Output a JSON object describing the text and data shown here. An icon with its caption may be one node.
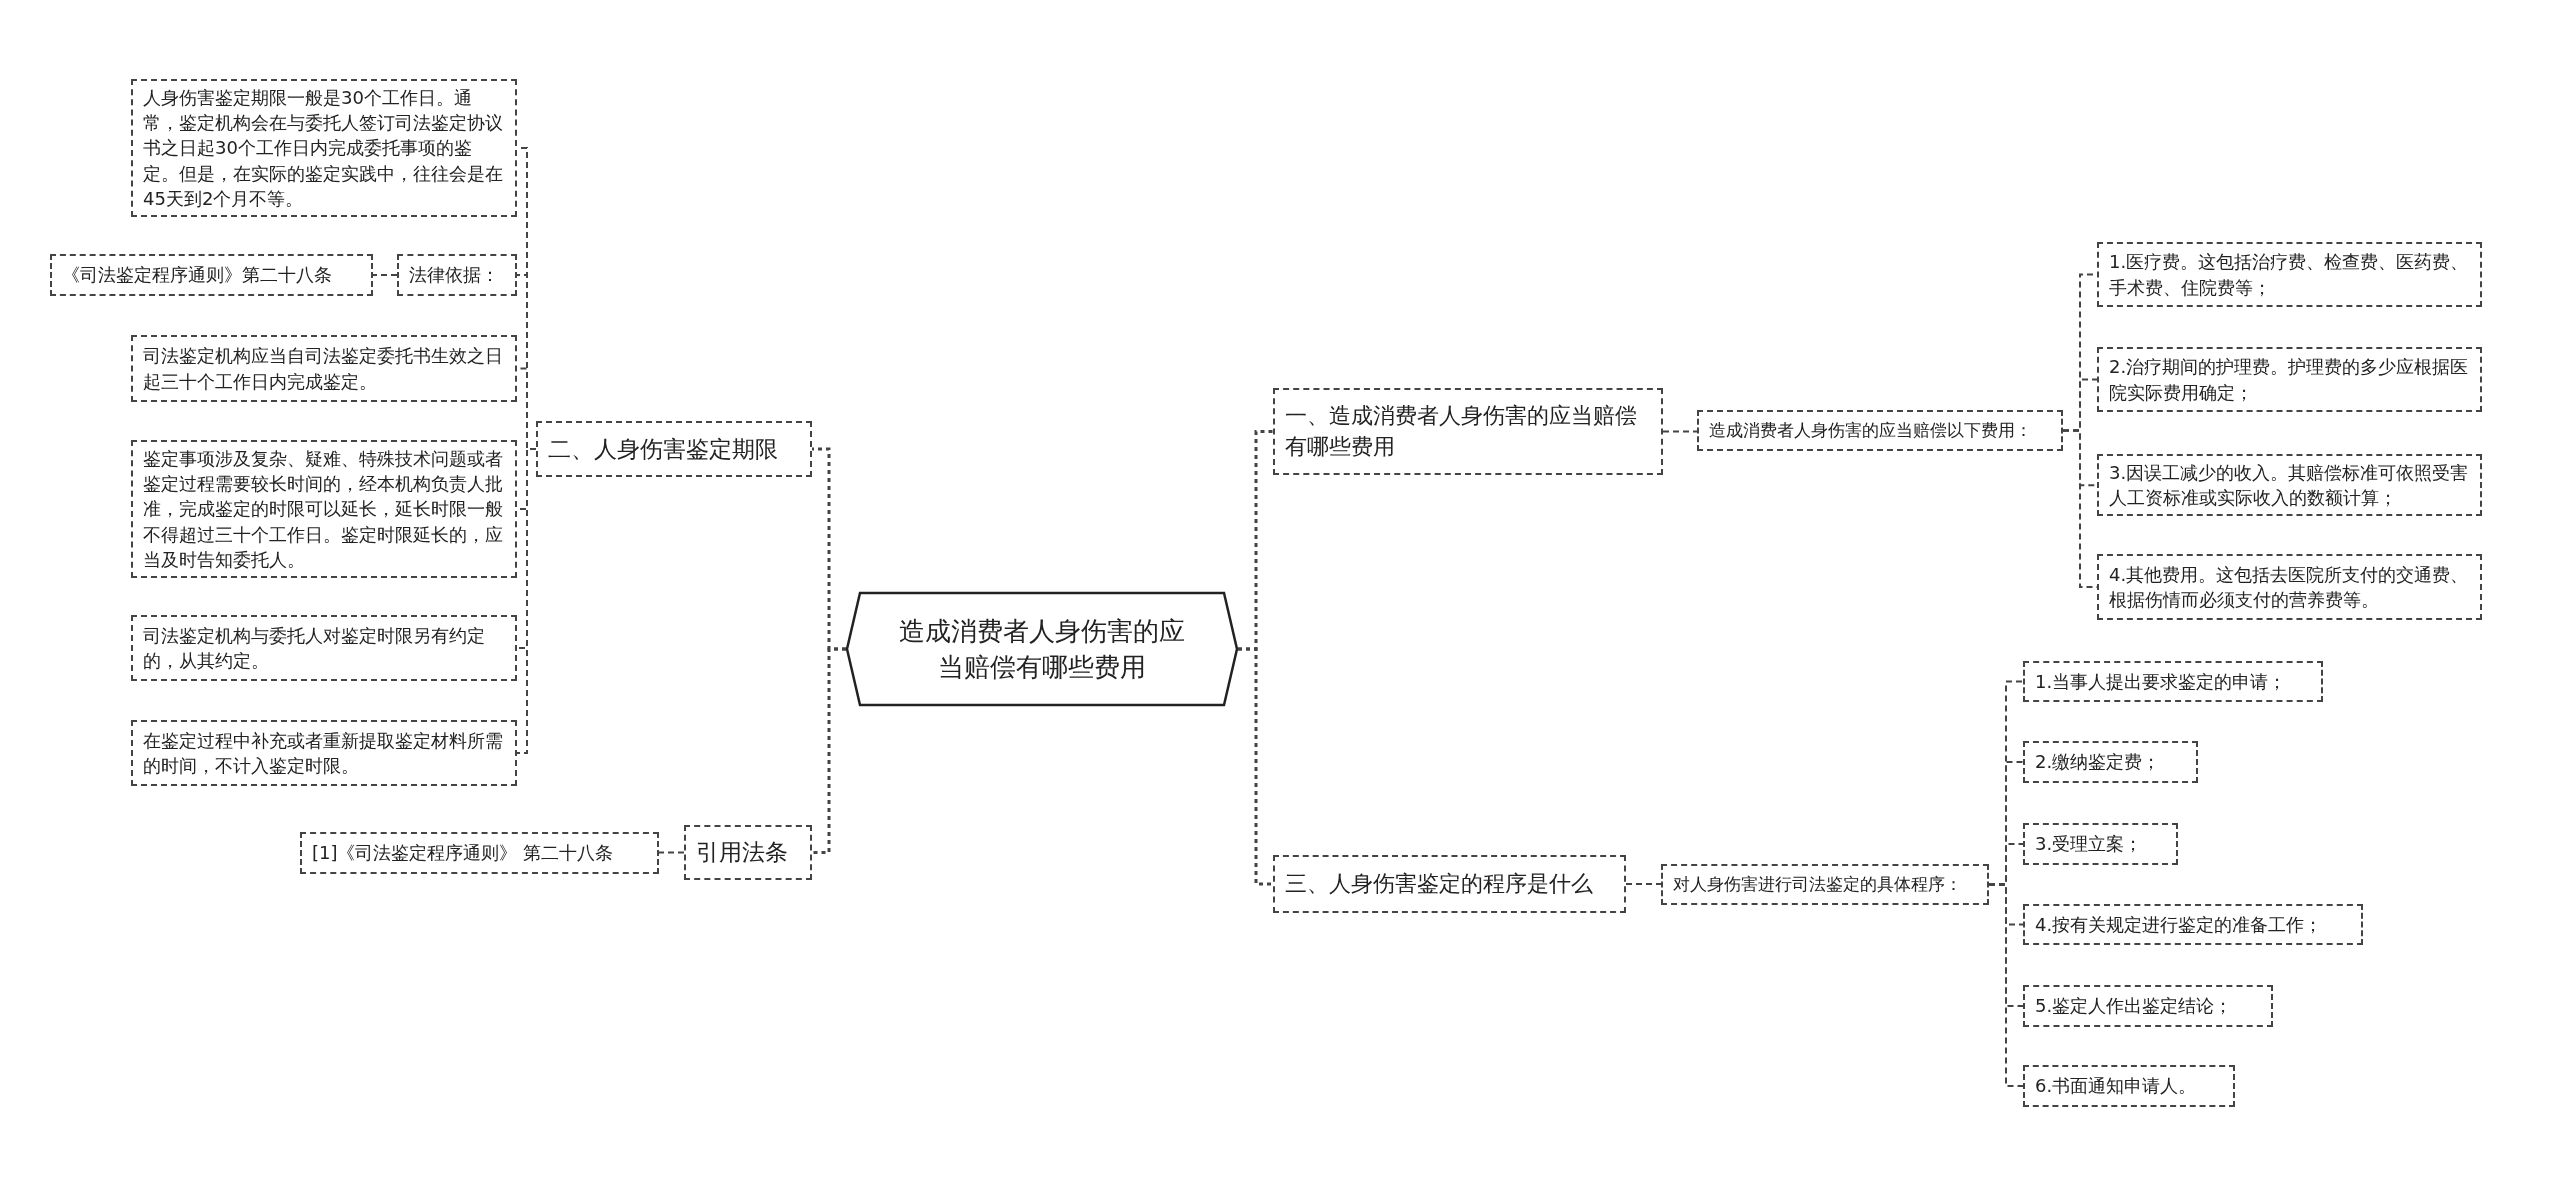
{
  "diagram": {
    "nodes": [
      {
        "text": [
          "造成消费者人身伤害的应当赔偿有哪些费用"
        ]
      },
      {
        "text": [
          "二、人身伤害鉴定期限"
        ]
      },
      {
        "text": [
          "人身伤害鉴定期限一般是30个工作日。通常，鉴定机构会在与委托人签订司法鉴定协议书之日起30个工作日内完成委托事项的鉴定。但是，在实际的鉴定实践中，往往会是在45天到2个月不等。"
        ]
      },
      {
        "text": [
          "法律依据："
        ]
      },
      {
        "text": [
          "《司法鉴定程序通则》第二十八条"
        ]
      },
      {
        "text": [
          "司法鉴定机构应当自司法鉴定委托书生效之日起三十个工作日内完成鉴定。"
        ]
      },
      {
        "text": [
          "鉴定事项涉及复杂、疑难、特殊技术问题或者鉴定过程需要较长时间的，经本机构负责人批准，完成鉴定的时限可以延长，延长时限一般不得超过三十个工作日。鉴定时限延长的，应当及时告知委托人。"
        ]
      },
      {
        "text": [
          "司法鉴定机构与委托人对鉴定时限另有约定的，从其约定。"
        ]
      },
      {
        "text": [
          "在鉴定过程中补充或者重新提取鉴定材料所需的时间，不计入鉴定时限。"
        ]
      },
      {
        "text": [
          "引用法条"
        ]
      },
      {
        "text": [
          "[1]《司法鉴定程序通则》 第二十八条"
        ]
      },
      {
        "text": [
          "一、造成消费者人身伤害的应当赔偿有哪些费用"
        ]
      },
      {
        "text": [
          "造成消费者人身伤害的应当赔偿以下费用："
        ]
      },
      {
        "text": [
          "1.医疗费。这包括治疗费、检查费、医药费、手术费、住院费等；"
        ]
      },
      {
        "text": [
          "2.治疗期间的护理费。护理费的多少应根据医院实际费用确定；"
        ]
      },
      {
        "text": [
          "3.因误工减少的收入。其赔偿标准可依照受害人工资标准或实际收入的数额计算；"
        ]
      },
      {
        "text": [
          "4.其他费用。这包括去医院所支付的交通费、根据伤情而必须支付的营养费等。"
        ]
      },
      {
        "text": [
          "三、人身伤害鉴定的程序是什么"
        ]
      },
      {
        "text": [
          "对人身伤害进行司法鉴定的具体程序："
        ]
      },
      {
        "text": [
          "1.当事人提出要求鉴定的申请；"
        ]
      },
      {
        "text": [
          "2.缴纳鉴定费；"
        ]
      },
      {
        "text": [
          "3.受理立案；"
        ]
      },
      {
        "text": [
          "4.按有关规定进行鉴定的准备工作；"
        ]
      },
      {
        "text": [
          "5.鉴定人作出鉴定结论；"
        ]
      },
      {
        "text": [
          "6.书面通知申请人。"
        ]
      }
    ],
    "edges": [
      {
        "from": 0,
        "to": 1,
        "arrow": "none",
        "style": "dashed"
      },
      {
        "from": 0,
        "to": 9,
        "arrow": "none",
        "style": "dashed"
      },
      {
        "from": 0,
        "to": 11,
        "arrow": "none",
        "style": "dashed"
      },
      {
        "from": 0,
        "to": 17,
        "arrow": "none",
        "style": "dashed"
      },
      {
        "from": 1,
        "to": 2,
        "arrow": "none",
        "style": "dashed"
      },
      {
        "from": 1,
        "to": 3,
        "arrow": "none",
        "style": "dashed"
      },
      {
        "from": 1,
        "to": 5,
        "arrow": "none",
        "style": "dashed"
      },
      {
        "from": 1,
        "to": 6,
        "arrow": "none",
        "style": "dashed"
      },
      {
        "from": 1,
        "to": 7,
        "arrow": "none",
        "style": "dashed"
      },
      {
        "from": 1,
        "to": 8,
        "arrow": "none",
        "style": "dashed"
      },
      {
        "from": 3,
        "to": 4,
        "arrow": "none",
        "style": "dashed"
      },
      {
        "from": 9,
        "to": 10,
        "arrow": "none",
        "style": "dashed"
      },
      {
        "from": 11,
        "to": 12,
        "arrow": "none",
        "style": "dashed"
      },
      {
        "from": 12,
        "to": 13,
        "arrow": "none",
        "style": "dashed"
      },
      {
        "from": 12,
        "to": 14,
        "arrow": "none",
        "style": "dashed"
      },
      {
        "from": 12,
        "to": 15,
        "arrow": "none",
        "style": "dashed"
      },
      {
        "from": 12,
        "to": 16,
        "arrow": "none",
        "style": "dashed"
      },
      {
        "from": 17,
        "to": 18,
        "arrow": "none",
        "style": "dashed"
      },
      {
        "from": 18,
        "to": 19,
        "arrow": "none",
        "style": "dashed"
      },
      {
        "from": 18,
        "to": 20,
        "arrow": "none",
        "style": "dashed"
      },
      {
        "from": 18,
        "to": 21,
        "arrow": "none",
        "style": "dashed"
      },
      {
        "from": 18,
        "to": 22,
        "arrow": "none",
        "style": "dashed"
      },
      {
        "from": 18,
        "to": 23,
        "arrow": "none",
        "style": "dashed"
      },
      {
        "from": 18,
        "to": 24,
        "arrow": "none",
        "style": "dashed"
      }
    ]
  }
}
